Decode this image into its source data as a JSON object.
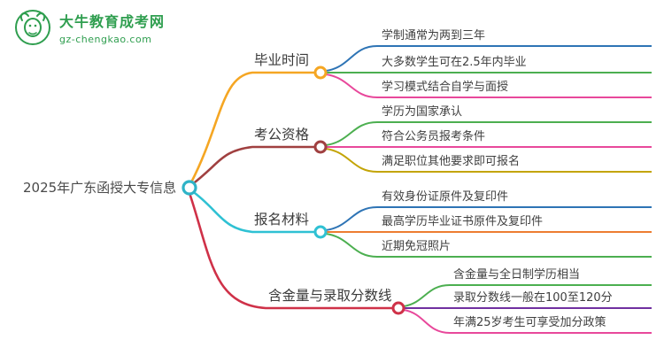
{
  "logo": {
    "site_name": "大牛教育成考网",
    "site_url": "gz-chengkao.com",
    "brand_color": "#2f9e4f",
    "icon": "bull-circle-emblem"
  },
  "mindmap": {
    "root": {
      "label": "2025年广东函授大专信息",
      "color": "#2fb3c7"
    },
    "branches": [
      {
        "label": "毕业时间",
        "color": "#f5a623",
        "leaves": [
          {
            "label": "学制通常为两到三年",
            "color": "#2e74b5"
          },
          {
            "label": "大多数学生可在2.5年内毕业",
            "color": "#4caf50"
          },
          {
            "label": "学习模式结合自学与面授",
            "color": "#e8489b"
          }
        ]
      },
      {
        "label": "考公资格",
        "color": "#a04040",
        "leaves": [
          {
            "label": "学历为国家承认",
            "color": "#4caf50"
          },
          {
            "label": "符合公务员报考条件",
            "color": "#e8489b"
          },
          {
            "label": "满足职位其他要求即可报名",
            "color": "#c3a406"
          }
        ]
      },
      {
        "label": "报名材料",
        "color": "#2fc1d3",
        "leaves": [
          {
            "label": "有效身份证原件及复印件",
            "color": "#2e74b5"
          },
          {
            "label": "最高学历毕业证书原件及复印件",
            "color": "#ed7d31"
          },
          {
            "label": "近期免冠照片",
            "color": "#4caf50"
          }
        ]
      },
      {
        "label": "含金量与录取分数线",
        "color": "#cf3148",
        "leaves": [
          {
            "label": "含金量与全日制学历相当",
            "color": "#4caf50"
          },
          {
            "label": "录取分数线一般在100至120分",
            "color": "#7030a0"
          },
          {
            "label": "年满25岁考生可享受加分政策",
            "color": "#e8489b"
          }
        ]
      }
    ]
  }
}
